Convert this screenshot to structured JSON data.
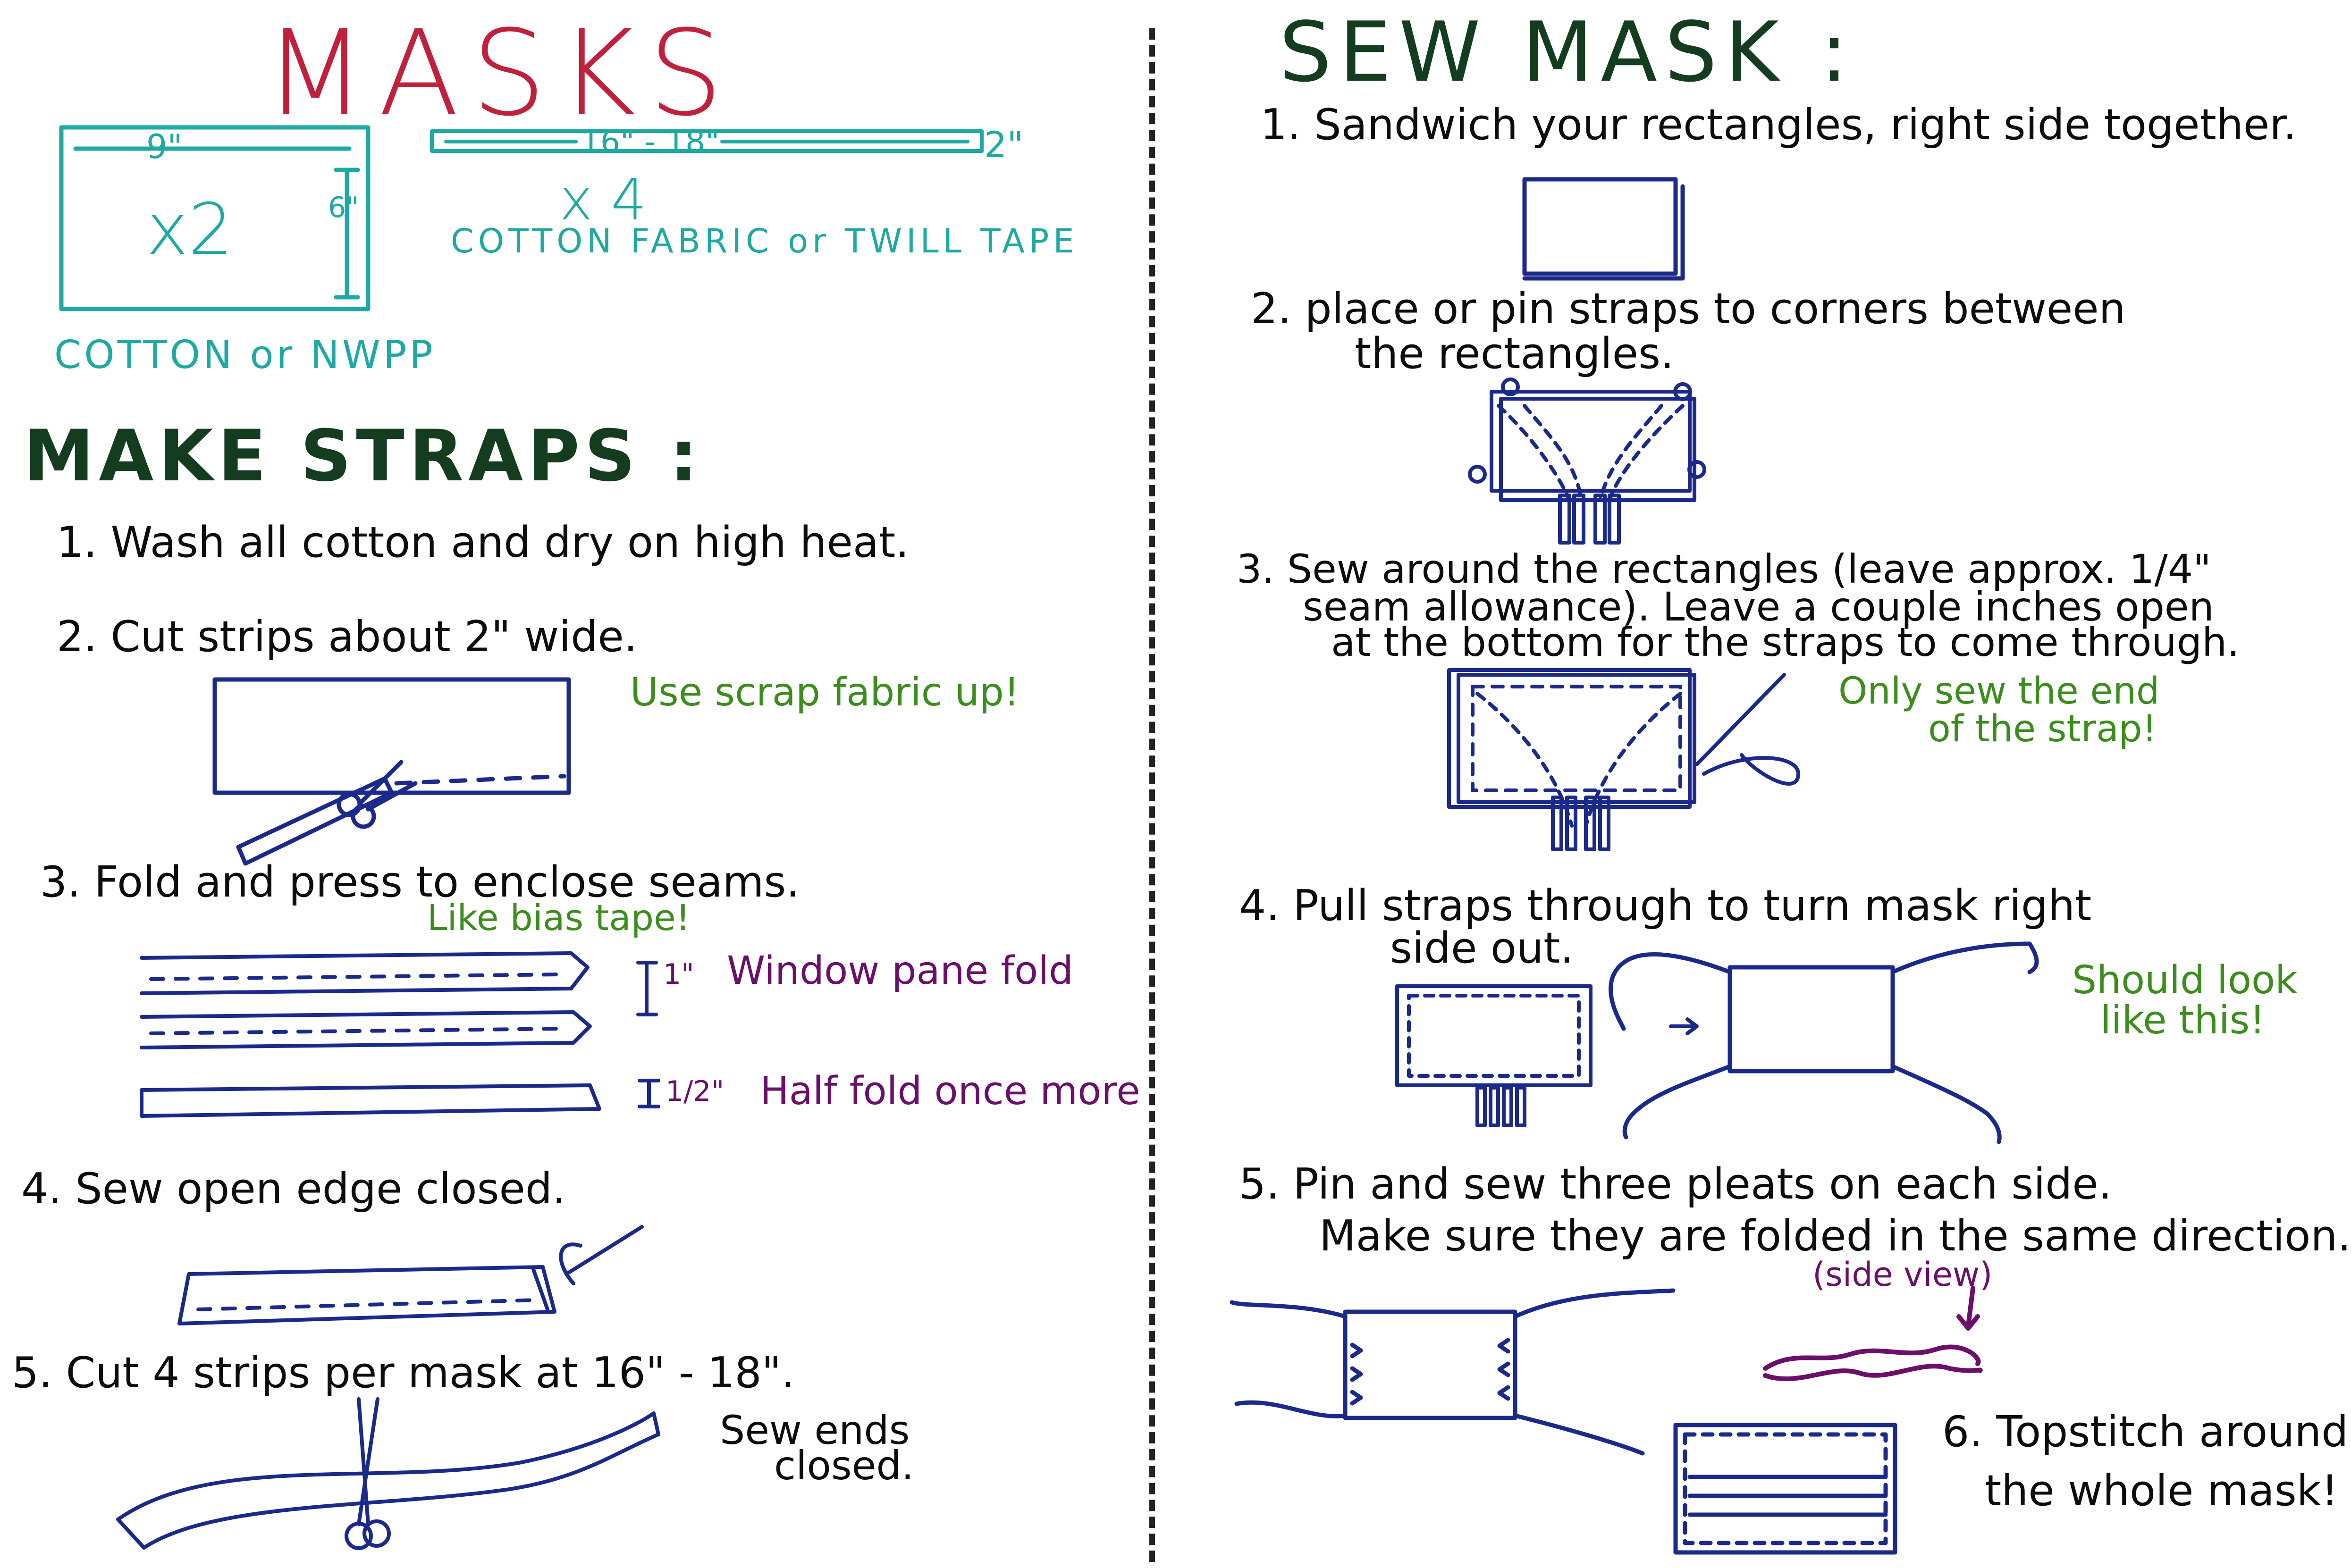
{
  "title": "MASKS",
  "materials": {
    "rect_width": "9\"",
    "rect_height": "6\"",
    "rect_qty": "x2",
    "rect_material": "COTTON or NWPP",
    "strap_length": "16\" - 18\"",
    "strap_width": "2\"",
    "strap_qty": "x 4",
    "strap_material": "COTTON FABRIC or TWILL TAPE"
  },
  "make_straps": {
    "heading": "MAKE STRAPS :",
    "steps": [
      "1. Wash all cotton and dry on high heat.",
      "2. Cut strips about 2\" wide.",
      "3. Fold and press to enclose seams.",
      "4. Sew open edge closed.",
      "5. Cut 4 strips per mask at 16\" - 18\"."
    ],
    "notes": {
      "scrap": "Use scrap fabric up!",
      "bias": "Like bias tape!",
      "fold_1_size": "1\"",
      "fold_1": "Window pane fold",
      "fold_2_size": "1/2\"",
      "fold_2": "Half fold once more",
      "sew_ends_1": "Sew ends",
      "sew_ends_2": "closed."
    }
  },
  "sew_mask": {
    "heading": "SEW MASK :",
    "steps": [
      "1. Sandwich your rectangles, right side together.",
      "2. place or pin straps to corners between",
      "the rectangles.",
      "3. Sew around the rectangles (leave approx. 1/4\"",
      "seam allowance). Leave a couple inches open",
      "at the bottom for the straps to come through.",
      "4. Pull straps through to turn mask right",
      "side out.",
      "5. Pin and sew three pleats on each side.",
      "Make sure they are folded in the same direction.",
      "6. Topstitch around",
      "the whole mask!"
    ],
    "notes": {
      "only_sew_1": "Only sew the end",
      "only_sew_2": "of the strap!",
      "look_1": "Should look",
      "look_2": "like this!",
      "side_view": "(side view)"
    }
  }
}
